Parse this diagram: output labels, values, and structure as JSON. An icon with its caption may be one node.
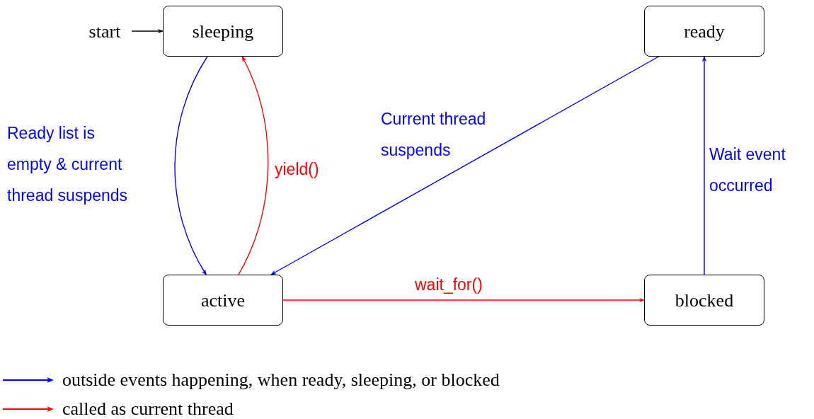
{
  "diagram": {
    "nodes": [
      {
        "text": [
          "start"
        ]
      },
      {
        "text": [
          "sleeping"
        ]
      },
      {
        "text": [
          "ready"
        ]
      },
      {
        "text": [
          "active"
        ]
      },
      {
        "text": [
          "blocked"
        ]
      }
    ],
    "edges": [
      {
        "from": 0,
        "to": 1,
        "arrow": "to",
        "color": "#000000"
      },
      {
        "from": 1,
        "to": 3,
        "arrow": "to",
        "label": "Ready list is empty & current thread suspends",
        "color": "#0000ff"
      },
      {
        "from": 3,
        "to": 1,
        "arrow": "to",
        "label": "yield()",
        "color": "#ff0000"
      },
      {
        "from": 2,
        "to": 3,
        "arrow": "to",
        "label": "Current thread suspends",
        "color": "#0000ff"
      },
      {
        "from": 3,
        "to": 4,
        "arrow": "to",
        "label": "wait_for()",
        "color": "#ff0000"
      },
      {
        "from": 4,
        "to": 2,
        "arrow": "to",
        "label": "Wait event occurred",
        "color": "#0000ff"
      }
    ],
    "legend": [
      {
        "text": "outside events happening, when ready, sleeping, or blocked",
        "color": "#0000ff"
      },
      {
        "text": "called as current thread",
        "color": "#ff0000"
      }
    ]
  }
}
